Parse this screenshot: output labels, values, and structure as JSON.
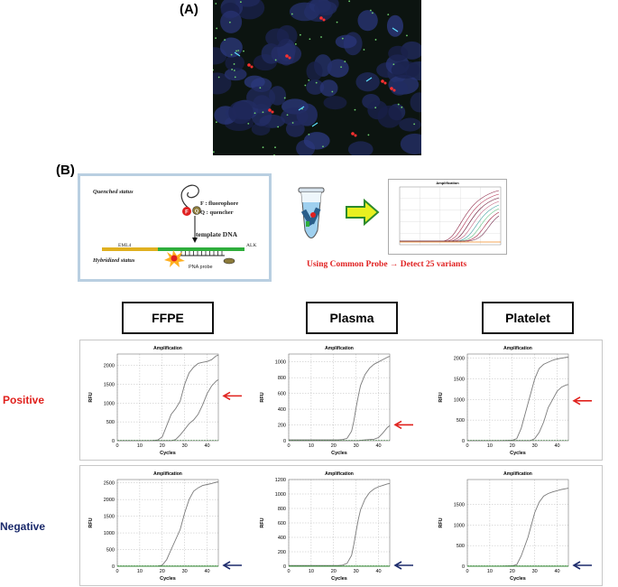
{
  "panel_a": {
    "label": "(A)"
  },
  "panel_b": {
    "label": "(B)",
    "quenched_status": "Quenched status",
    "hybridized_status": "Hybridized status",
    "legend_f": "F : fluorophore",
    "legend_q": "Q : quencher",
    "template_dna": "template DNA",
    "eml4": "EML4",
    "alk": "ALK",
    "pna_probe": "PNA probe",
    "fluor_letter": "F",
    "quench_letter": "Q",
    "common_probe_text": "Using Common Probe → Detect 25 variants",
    "mini_chart_title": "Amplification"
  },
  "columns": [
    "FFPE",
    "Plasma",
    "Platelet"
  ],
  "rows": [
    "Positive",
    "Negative"
  ],
  "colors": {
    "positive_arrow": "#e0201c",
    "negative_arrow": "#1b2a6b",
    "curve": "#7a7a7a",
    "baseline": "#3a8a3a"
  },
  "chart_data": [
    {
      "type": "line",
      "title": "Amplification",
      "xlabel": "Cycles",
      "ylabel": "RFU",
      "xlim": [
        0,
        45
      ],
      "ylim": [
        0,
        2300
      ],
      "xticks": [
        0,
        10,
        20,
        30,
        40
      ],
      "yticks": [
        0,
        500,
        1000,
        1500,
        2000
      ],
      "x": [
        0,
        5,
        10,
        15,
        18,
        20,
        22,
        24,
        26,
        28,
        30,
        32,
        34,
        36,
        38,
        40,
        42,
        44,
        45
      ],
      "series": [
        {
          "values": [
            0,
            0,
            0,
            0,
            20,
            100,
            400,
            700,
            850,
            1050,
            1500,
            1800,
            1950,
            2050,
            2080,
            2100,
            2150,
            2250,
            2270
          ]
        },
        {
          "values": [
            0,
            0,
            0,
            0,
            0,
            0,
            0,
            0,
            30,
            150,
            300,
            450,
            550,
            700,
            950,
            1250,
            1450,
            1580,
            1620
          ]
        }
      ]
    },
    {
      "type": "line",
      "title": "Amplification",
      "xlabel": "Cycles",
      "ylabel": "RFU",
      "xlim": [
        0,
        45
      ],
      "ylim": [
        0,
        1100
      ],
      "xticks": [
        0,
        10,
        20,
        30,
        40
      ],
      "yticks": [
        0,
        200,
        400,
        600,
        800,
        1000
      ],
      "x": [
        0,
        5,
        10,
        15,
        20,
        22,
        24,
        26,
        28,
        29,
        30,
        31,
        32,
        34,
        36,
        38,
        40,
        42,
        44,
        45
      ],
      "series": [
        {
          "values": [
            10,
            10,
            10,
            10,
            10,
            10,
            15,
            30,
            120,
            250,
            420,
            570,
            700,
            840,
            920,
            970,
            1000,
            1030,
            1060,
            1070
          ]
        },
        {
          "values": [
            0,
            0,
            0,
            0,
            0,
            0,
            0,
            0,
            0,
            0,
            0,
            0,
            5,
            10,
            15,
            20,
            40,
            100,
            170,
            190
          ]
        }
      ]
    },
    {
      "type": "line",
      "title": "Amplification",
      "xlabel": "Cycles",
      "ylabel": "RFU",
      "xlim": [
        0,
        45
      ],
      "ylim": [
        0,
        2100
      ],
      "xticks": [
        0,
        10,
        20,
        30,
        40
      ],
      "yticks": [
        0,
        500,
        1000,
        1500,
        2000
      ],
      "x": [
        0,
        5,
        10,
        15,
        20,
        22,
        24,
        26,
        27,
        28,
        30,
        32,
        34,
        36,
        38,
        40,
        42,
        44,
        45
      ],
      "series": [
        {
          "values": [
            0,
            0,
            0,
            0,
            10,
            50,
            300,
            700,
            900,
            1100,
            1500,
            1750,
            1850,
            1900,
            1950,
            1980,
            2000,
            2020,
            2030
          ]
        },
        {
          "values": [
            0,
            0,
            0,
            0,
            0,
            0,
            0,
            0,
            0,
            0,
            50,
            200,
            450,
            800,
            1000,
            1200,
            1300,
            1350,
            1360
          ]
        }
      ]
    },
    {
      "type": "line",
      "title": "Amplification",
      "xlabel": "Cycles",
      "ylabel": "RFU",
      "xlim": [
        0,
        45
      ],
      "ylim": [
        0,
        2600
      ],
      "xticks": [
        0,
        10,
        20,
        30,
        40
      ],
      "yticks": [
        0,
        500,
        1000,
        1500,
        2000,
        2500
      ],
      "x": [
        0,
        5,
        10,
        15,
        18,
        20,
        22,
        24,
        26,
        28,
        30,
        32,
        34,
        36,
        38,
        40,
        42,
        44,
        45
      ],
      "series": [
        {
          "values": [
            0,
            0,
            0,
            0,
            5,
            30,
            200,
            500,
            800,
            1100,
            1600,
            2000,
            2250,
            2350,
            2420,
            2450,
            2480,
            2520,
            2530
          ]
        },
        {
          "values": [
            0,
            0,
            0,
            0,
            0,
            0,
            0,
            0,
            0,
            0,
            0,
            0,
            0,
            0,
            0,
            0,
            0,
            0,
            0
          ]
        }
      ]
    },
    {
      "type": "line",
      "title": "Amplification",
      "xlabel": "Cycles",
      "ylabel": "RFU",
      "xlim": [
        0,
        45
      ],
      "ylim": [
        0,
        1200
      ],
      "xticks": [
        0,
        10,
        20,
        30,
        40
      ],
      "yticks": [
        0,
        200,
        400,
        600,
        800,
        1000,
        1200
      ],
      "x": [
        0,
        5,
        10,
        15,
        20,
        22,
        24,
        26,
        28,
        29,
        30,
        31,
        32,
        34,
        36,
        38,
        40,
        42,
        44,
        45
      ],
      "series": [
        {
          "values": [
            10,
            10,
            10,
            10,
            10,
            10,
            15,
            40,
            150,
            300,
            480,
            650,
            780,
            930,
            1020,
            1070,
            1100,
            1120,
            1140,
            1145
          ]
        },
        {
          "values": [
            0,
            0,
            0,
            0,
            0,
            0,
            0,
            0,
            0,
            0,
            0,
            0,
            0,
            0,
            0,
            0,
            0,
            0,
            0,
            0
          ]
        }
      ]
    },
    {
      "type": "line",
      "title": "Amplification",
      "xlabel": "Cycles",
      "ylabel": "RFU",
      "xlim": [
        0,
        45
      ],
      "ylim": [
        0,
        2100
      ],
      "xticks": [
        0,
        10,
        20,
        30,
        40
      ],
      "yticks": [
        0,
        500,
        1000,
        1500
      ],
      "x": [
        0,
        5,
        10,
        15,
        20,
        22,
        24,
        26,
        27,
        28,
        30,
        32,
        34,
        36,
        38,
        40,
        42,
        44,
        45
      ],
      "series": [
        {
          "values": [
            0,
            0,
            0,
            0,
            10,
            40,
            250,
            550,
            700,
            900,
            1300,
            1550,
            1700,
            1760,
            1800,
            1830,
            1860,
            1880,
            1890
          ]
        },
        {
          "values": [
            0,
            0,
            0,
            0,
            0,
            0,
            0,
            0,
            0,
            0,
            0,
            0,
            0,
            0,
            0,
            0,
            0,
            0,
            0
          ]
        }
      ]
    }
  ]
}
